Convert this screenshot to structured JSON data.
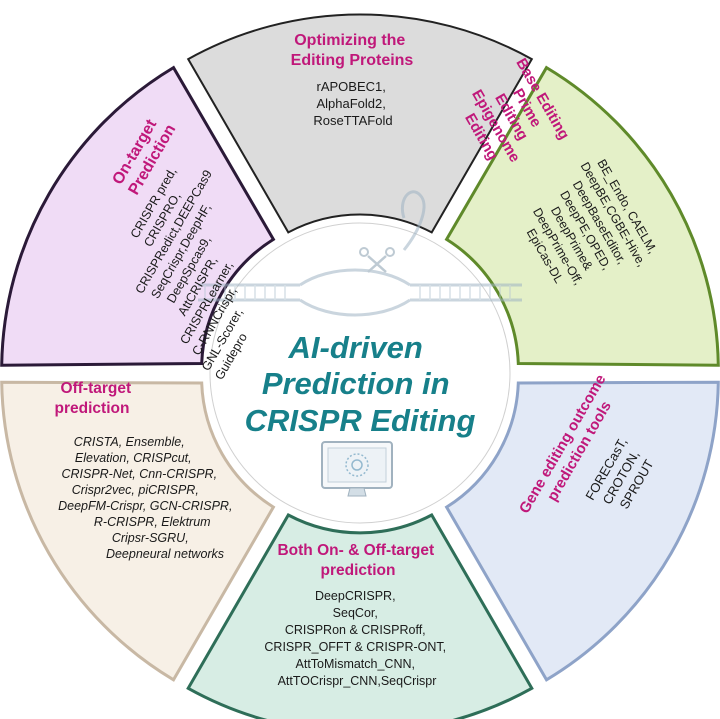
{
  "center": {
    "title_lines": [
      "AI-driven",
      "Prediction in",
      "CRISPR Editing"
    ]
  },
  "segments": {
    "top": {
      "title_lines": [
        "Optimizing the",
        "Editing Proteins"
      ],
      "items": [
        "rAPOBEC1,",
        "AlphaFold2,",
        "RoseTTAFold"
      ]
    },
    "upper_right": {
      "title_lines": [
        "Base Editing",
        "Prime",
        "Editing",
        "Epigenome",
        "Editing"
      ],
      "items": [
        "BE_Endo, CAELM,",
        "DeepBE,CGBE-Hive,",
        "DeepBaseEditor,",
        "DeepPE,OPED,",
        "DeepPrime&",
        "DeepPrime-Off,",
        "EpiCas-DL"
      ]
    },
    "right": {
      "title_lines": [
        "Gene editing outcome",
        "prediction tools"
      ],
      "items": [
        "FORECasT,",
        "CROTON,",
        "SPROUT"
      ]
    },
    "bottom": {
      "title_lines": [
        "Both On- & Off-target",
        "prediction"
      ],
      "items": [
        "DeepCRISPR,",
        "SeqCor,",
        "CRISPRon & CRISPRoff,",
        "CRISPR_OFFT & CRISPR-ONT,",
        "AttToMismatch_CNN,",
        "AttTOCrispr_CNN,SeqCrispr"
      ]
    },
    "left": {
      "title_lines": [
        "Off-target",
        "prediction"
      ],
      "items": [
        "CRISTA, Ensemble,",
        "Elevation, CRISPcut,",
        "CRISPR-Net, Cnn-CRISPR,",
        "Crispr2vec, piCRISPR,",
        "DeepFM-Crispr, GCN-CRISPR,",
        "R-CRISPR,  Elektrum",
        "Cripsr-SGRU,",
        "Deepneural networks"
      ]
    },
    "upper_left": {
      "title_lines": [
        "On-target",
        "Prediction"
      ],
      "items": [
        "CRISPR pred,",
        "CRISPRO,",
        "CRISPRedict,DEEPCas9",
        "SeqCrispr,DeepHF,",
        "DeepSpcas9,",
        "AttCRISPR,",
        "CRISPRLearner,",
        "C-RNNCrispr,",
        "GNL-Scorer,",
        "Guidepro"
      ]
    }
  },
  "colors": {
    "top_fill": "#dcdcdc",
    "upper_right_fill": "#e4f0c8",
    "upper_right_stroke": "#5f8a2a",
    "right_fill": "#e2e9f6",
    "right_stroke": "#8ea3c8",
    "bottom_fill": "#d7ede4",
    "bottom_stroke": "#2e6e58",
    "left_fill": "#f7f0e6",
    "left_stroke": "#c8b8a4",
    "upper_left_fill": "#f0dcf6",
    "upper_left_stroke": "#2b1a38",
    "title_pink": "#c0187a",
    "center_teal": "#17808a"
  }
}
